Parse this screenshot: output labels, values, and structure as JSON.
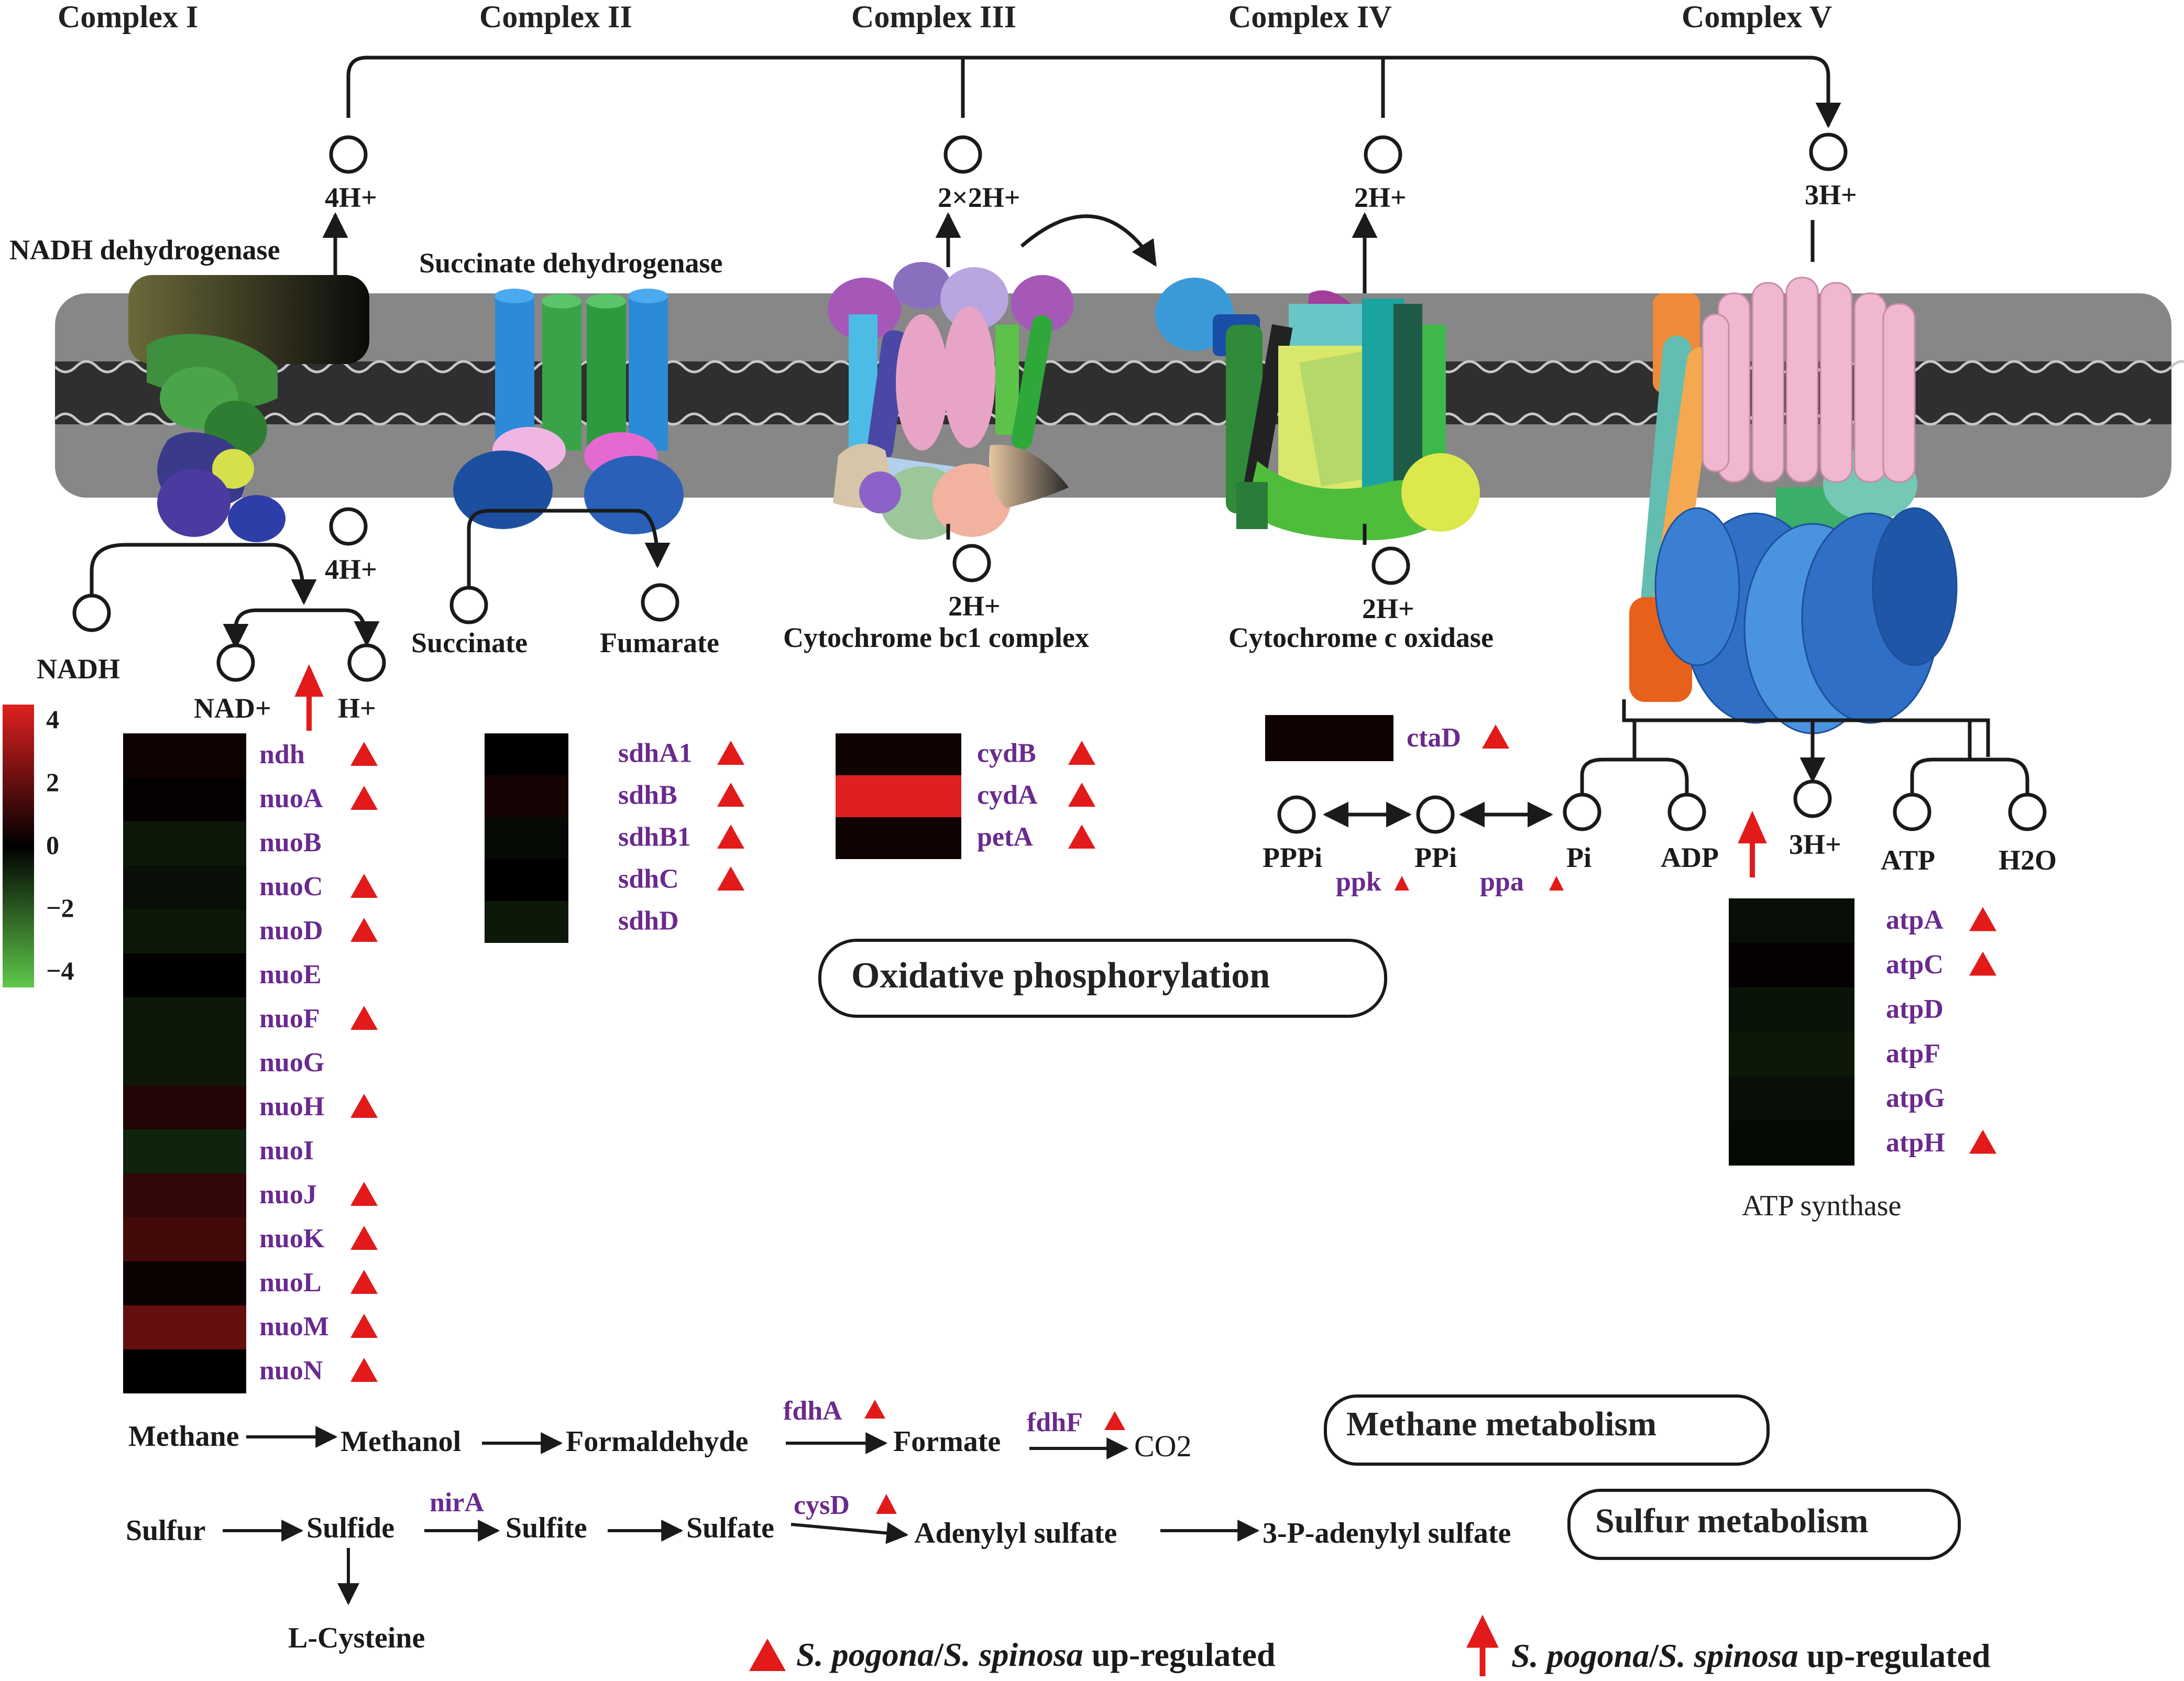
{
  "complexes": [
    "Complex I",
    "Complex II",
    "Complex III",
    "Complex IV",
    "Complex V"
  ],
  "enzymes": {
    "c1": "NADH dehydrogenase",
    "c2": "Succinate dehydrogenase",
    "c3": "Cytochrome bc1 complex",
    "c4": "Cytochrome c oxidase",
    "c5": "ATP synthase"
  },
  "protons": {
    "c1_top": "4H+",
    "c1_bottom": "4H+",
    "c3_top": "2×2H+",
    "c3_bottom": "2H+",
    "c4_top": "2H+",
    "c4_bottom": "2H+",
    "c5_top": "3H+",
    "c5_bottom": "3H+"
  },
  "metabolites": {
    "nadh": "NADH",
    "nadp": "NAD+",
    "h": "H+",
    "succinate": "Succinate",
    "fumarate": "Fumarate",
    "pppi": "PPPi",
    "ppi": "PPi",
    "pi": "Pi",
    "adp": "ADP",
    "atp": "ATP",
    "h2o": "H2O",
    "ppk": "ppk",
    "ppa": "ppa"
  },
  "colorbar": {
    "ticks": [
      "4",
      "2",
      "0",
      "−2",
      "−4"
    ],
    "colors": [
      "#e02020",
      "#000000",
      "#5ec84a"
    ]
  },
  "heatmaps": {
    "c1": {
      "genes": [
        "ndh",
        "nuoA",
        "nuoB",
        "nuoC",
        "nuoD",
        "nuoE",
        "nuoF",
        "nuoG",
        "nuoH",
        "nuoI",
        "nuoJ",
        "nuoK",
        "nuoL",
        "nuoM",
        "nuoN"
      ],
      "values": [
        0.3,
        0.1,
        -0.5,
        -0.3,
        -0.5,
        0.0,
        -0.5,
        -0.5,
        0.6,
        -0.7,
        0.9,
        1.2,
        0.2,
        1.8,
        0.0
      ],
      "up": [
        true,
        true,
        false,
        true,
        true,
        false,
        true,
        false,
        true,
        false,
        true,
        true,
        true,
        true,
        true
      ]
    },
    "c2": {
      "genes": [
        "sdhA1",
        "sdhB",
        "sdhB1",
        "sdhC",
        "sdhD"
      ],
      "values": [
        0.0,
        0.4,
        -0.2,
        0.0,
        -0.5
      ],
      "up": [
        true,
        true,
        true,
        true,
        false
      ]
    },
    "c3": {
      "genes": [
        "cydB",
        "cydA",
        "petA"
      ],
      "values": [
        0.3,
        4.0,
        0.3
      ],
      "up": [
        true,
        true,
        true
      ]
    },
    "c4": {
      "genes": [
        "ctaD"
      ],
      "values": [
        0.3
      ],
      "up": [
        true
      ]
    },
    "c5": {
      "genes": [
        "atpA",
        "atpC",
        "atpD",
        "atpF",
        "atpG",
        "atpH"
      ],
      "values": [
        -0.3,
        0.1,
        -0.4,
        -0.5,
        -0.3,
        -0.2
      ],
      "up": [
        true,
        true,
        false,
        false,
        false,
        true
      ]
    }
  },
  "pathway_titles": {
    "oxphos": "Oxidative phosphorylation",
    "methane": "Methane metabolism",
    "sulfur": "Sulfur metabolism"
  },
  "methane": {
    "nodes": [
      "Methane",
      "Methanol",
      "Formaldehyde",
      "Formate",
      "CO2"
    ],
    "enzymes": [
      "fdhA",
      "fdhF"
    ]
  },
  "sulfur": {
    "nodes": [
      "Sulfur",
      "Sulfide",
      "Sulfite",
      "Sulfate",
      "Adenylyl sulfate",
      "3-P-adenylyl sulfate",
      "L-Cysteine"
    ],
    "enzymes": [
      "nirA",
      "cysD"
    ]
  },
  "legend": {
    "species_a": "S. pogona",
    "sep": "/",
    "species_b": "S. spinosa",
    "suffix": " up-regulated"
  }
}
